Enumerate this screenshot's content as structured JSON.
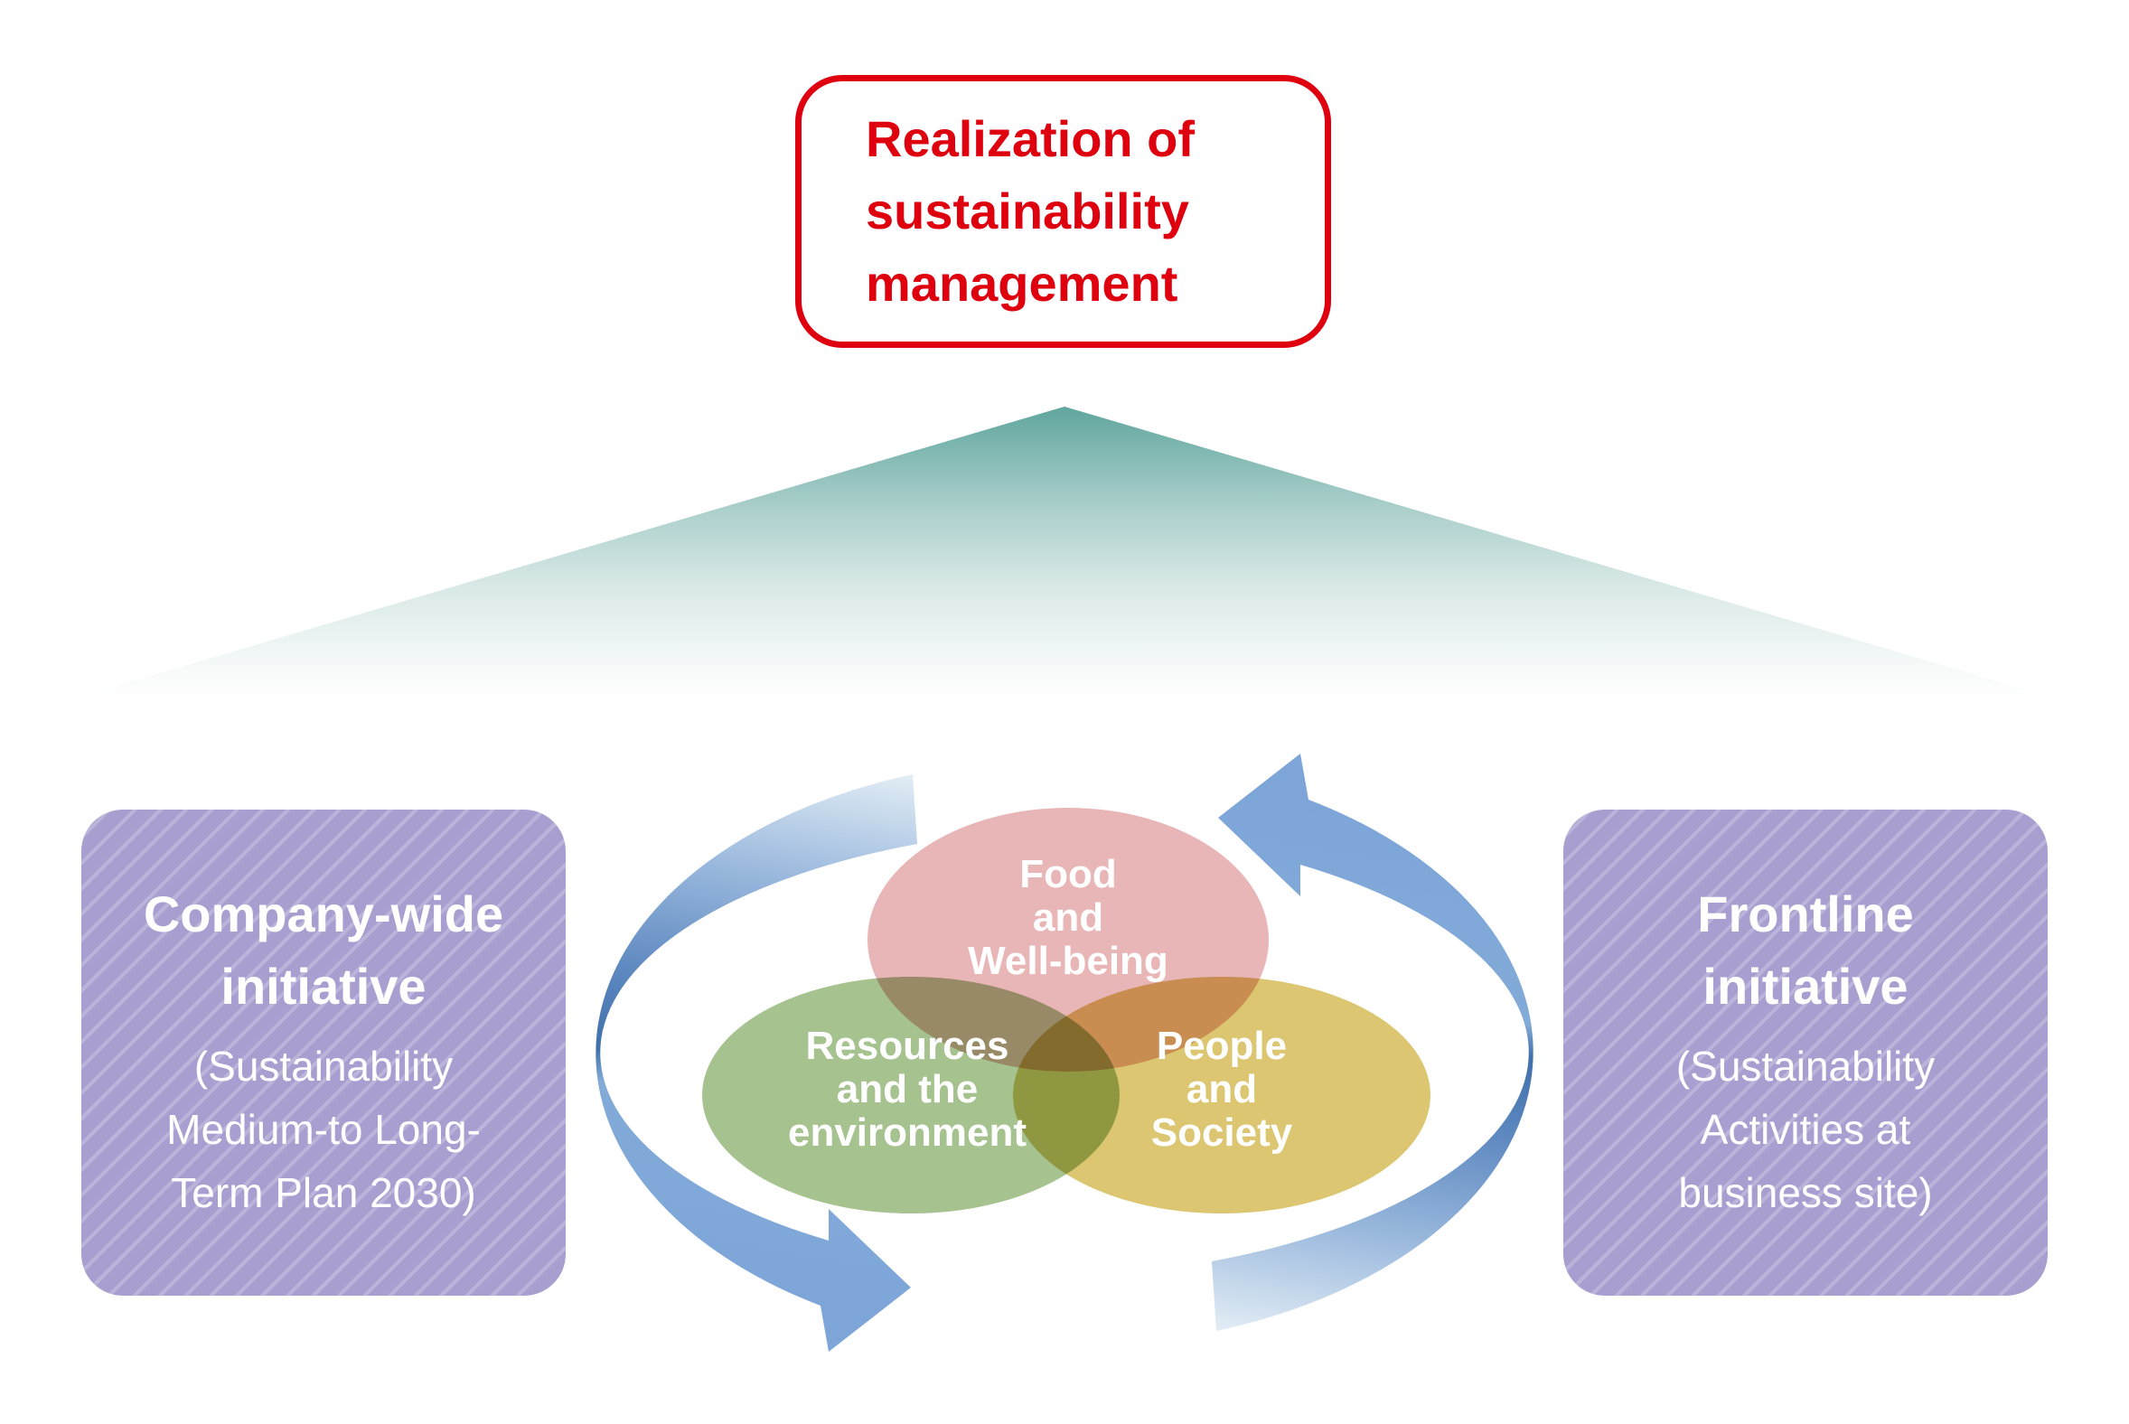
{
  "title_box": {
    "lines": [
      "Realization of",
      "sustainability",
      "management"
    ],
    "color": "#de000f"
  },
  "funnel": {
    "top_color": "#60a69e",
    "upper_mid_color": "#a9ceca",
    "lower_mid_color": "#d9e9e7",
    "fade_color": "#f4f9f8",
    "bottom_color": "#ffffff"
  },
  "cycle_arrows": {
    "tip_light": "#e3edf5",
    "soft_blue": "#9cbade",
    "mid_blue": "#5d88c0",
    "dark_blue": "#4070aa",
    "lower_blue": "#83abd8",
    "arrow_blue": "#7da5d8"
  },
  "venn": {
    "text_color": "#ffffff",
    "food": {
      "lines": [
        "Food",
        "and",
        "Well-being"
      ],
      "color": "#e9b6b7"
    },
    "resources": {
      "lines": [
        "Resources",
        "and the",
        "environment"
      ],
      "color": "#a6c28f"
    },
    "people": {
      "lines": [
        "People",
        "and",
        "Society"
      ],
      "color": "#dcc672"
    }
  },
  "left_box": {
    "bg_color": "#a89fd0",
    "text_color": "#ffffff",
    "title_lines": [
      "Company-wide",
      "initiative"
    ],
    "subtitle_lines": [
      "(Sustainability",
      "Medium-to Long-",
      "Term Plan 2030)"
    ]
  },
  "right_box": {
    "bg_color": "#a89fd0",
    "text_color": "#ffffff",
    "title_lines": [
      "Frontline",
      "initiative"
    ],
    "subtitle_lines": [
      "(Sustainability",
      "Activities at",
      "business site)"
    ]
  }
}
